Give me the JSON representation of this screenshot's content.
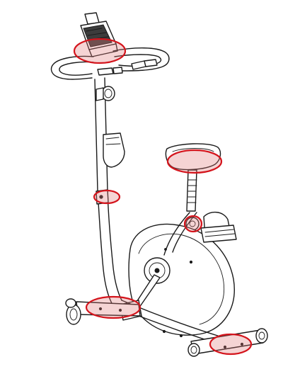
{
  "colors": {
    "line": "#1a1a1a",
    "highlight_fill": "#e07a7a",
    "highlight_stroke": "#d4141c",
    "background": "#ffffff"
  },
  "highlights": [
    {
      "name": "console-mount-highlight"
    },
    {
      "name": "seat-highlight"
    },
    {
      "name": "mast-joint-highlight"
    },
    {
      "name": "seat-post-knob-highlight"
    },
    {
      "name": "front-base-highlight"
    },
    {
      "name": "rear-stabilizer-highlight"
    }
  ]
}
